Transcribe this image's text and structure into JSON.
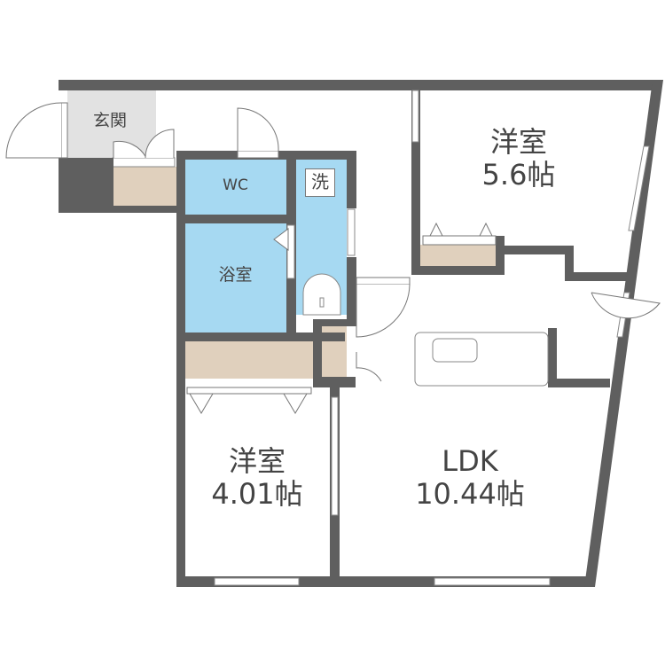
{
  "floor_plan": {
    "rooms": [
      {
        "id": "entrance",
        "label": "玄関"
      },
      {
        "id": "wc",
        "label": "WC"
      },
      {
        "id": "washroom",
        "label": "洗"
      },
      {
        "id": "bathroom",
        "label": "浴室"
      },
      {
        "id": "western_room_1",
        "label": "洋室",
        "size": "5.6帖"
      },
      {
        "id": "western_room_2",
        "label": "洋室",
        "size": "4.01帖"
      },
      {
        "id": "ldk",
        "label": "LDK",
        "size": "10.44帖"
      }
    ],
    "colors": {
      "wall": "#5f5f5f",
      "wet_area": "#a6d9f2",
      "storage": "#e0d0bd",
      "entrance_floor": "#e2e2e2",
      "background": "#ffffff",
      "text": "#444444"
    }
  }
}
